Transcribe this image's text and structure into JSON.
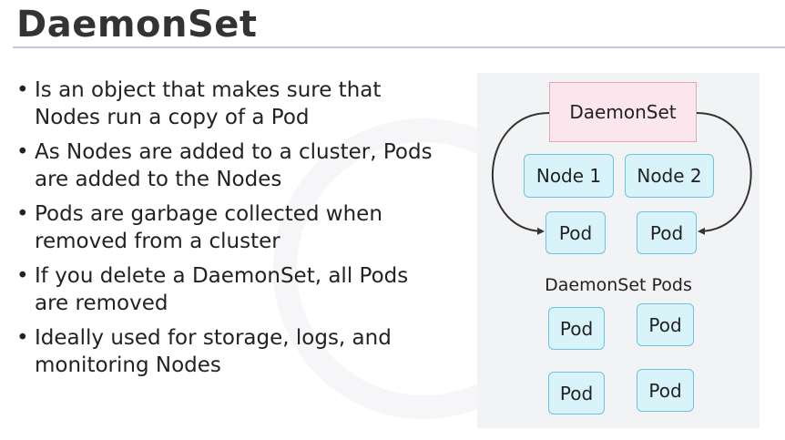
{
  "page": {
    "title": "DaemonSet",
    "bullets": [
      [
        "Is an object that makes sure that",
        "Nodes run a copy of a Pod"
      ],
      [
        "As Nodes are added to a cluster, Pods",
        "are added to the Nodes"
      ],
      [
        "Pods are garbage collected when",
        "removed from a cluster"
      ],
      [
        "If you delete a DaemonSet, all Pods",
        "are removed"
      ],
      [
        "Ideally used for storage, logs, and",
        "monitoring Nodes"
      ]
    ]
  },
  "diagram": {
    "daemonset": "DaemonSet",
    "nodes": [
      "Node 1",
      "Node 2"
    ],
    "node_pods": [
      "Pod",
      "Pod"
    ],
    "section_label": "DaemonSet Pods",
    "daemonset_pods": [
      "Pod",
      "Pod",
      "Pod",
      "Pod"
    ]
  },
  "colors": {
    "daemonset_fill": "#fbe6ee",
    "daemonset_border": "#e8a3bd",
    "node_fill": "#d9f3fb",
    "node_border": "#6cc3e4",
    "arrow": "#333333",
    "title_rule": "#c9c7de",
    "diagram_bg": "#f2f3f5"
  }
}
